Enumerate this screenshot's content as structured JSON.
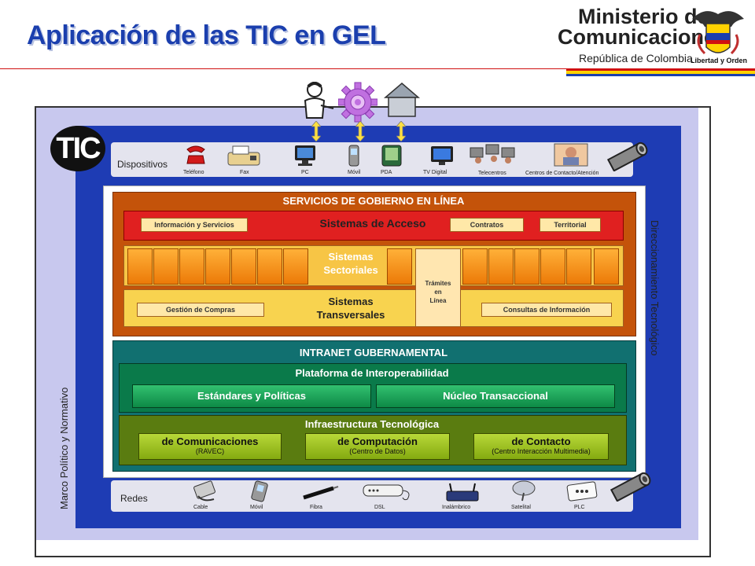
{
  "header": {
    "title": "Aplicación de las TIC en GEL",
    "ministry_line1": "Ministerio de",
    "ministry_line2": "Comunicaciones",
    "country": "República de Colombia",
    "motto": "Libertad y Orden"
  },
  "tic_badge": "TIC",
  "devices": {
    "label": "Dispositivos",
    "items": [
      "Teléfono",
      "Fax",
      "PC",
      "Móvil",
      "PDA",
      "TV Digital",
      "Telecentros",
      "Centros de Contacto/Atención"
    ]
  },
  "networks": {
    "label": "Redes",
    "items": [
      "Cable",
      "Móvil",
      "Fibra",
      "DSL",
      "Inalámbrico",
      "Satelital",
      "PLC"
    ]
  },
  "side_labels": {
    "left": "Marco Político y Normativo",
    "right": "Direccionamiento Tecnológico"
  },
  "services": {
    "heading": "SERVICIOS DE GOBIERNO EN LÍNEA",
    "access": {
      "title": "Sistemas de Acceso",
      "pills": [
        "Información y Servicios",
        "Contratos",
        "Territorial"
      ]
    },
    "sectoral": {
      "title_line1": "Sistemas",
      "title_line2": "Sectoriales"
    },
    "transversal": {
      "title_line1": "Sistemas",
      "title_line2": "Transversales",
      "left_pill": "Gestión de Compras",
      "right_pill": "Consultas de Información"
    },
    "tramites": {
      "line1": "Trámites",
      "line2": "en",
      "line3": "Línea"
    }
  },
  "intranet": {
    "heading": "INTRANET GUBERNAMENTAL",
    "platform": {
      "title": "Plataforma de Interoperabilidad",
      "left": "Estándares y Políticas",
      "right": "Núcleo Transaccional"
    },
    "infra": {
      "title": "Infraestructura Tecnológica",
      "items": [
        {
          "title": "de Comunicaciones",
          "sub": "(RAVEC)"
        },
        {
          "title": "de Computación",
          "sub": "(Centro de Datos)"
        },
        {
          "title": "de Contacto",
          "sub": "(Centro Interacción Multimedia)"
        }
      ]
    }
  },
  "colors": {
    "title_blue": "#1b3fae",
    "panel_blue": "#1e3cb4",
    "services_orange": "#c4530a",
    "intranet_teal": "#117070",
    "header_rule_yellow": "#ffd200",
    "header_rule_red": "#d01010"
  },
  "icons": {
    "top": [
      "person-icon",
      "gear-icon",
      "house-icon"
    ],
    "devices": [
      "telephone-icon",
      "fax-icon",
      "pc-icon",
      "mobile-phone-icon",
      "pda-icon",
      "digital-tv-icon",
      "telecenter-icon",
      "contact-center-icon"
    ],
    "networks": [
      "cable-icon",
      "mobile-network-icon",
      "fiber-icon",
      "dsl-modem-icon",
      "wireless-router-icon",
      "satellite-dish-icon",
      "plc-icon"
    ],
    "decor": [
      "pipe-tube-icon",
      "colombia-coat-of-arms-icon"
    ]
  }
}
